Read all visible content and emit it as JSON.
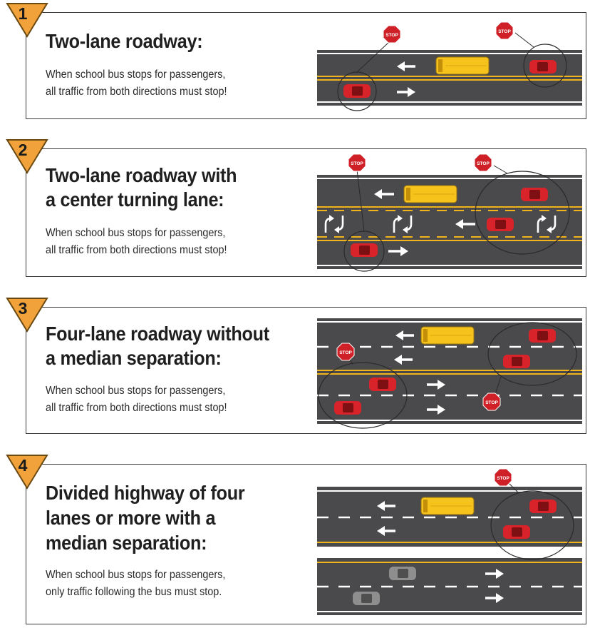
{
  "colors": {
    "asphalt": "#4a4a4c",
    "yellow_line": "#f2b41c",
    "white_line": "#ffffff",
    "bus": "#f6c21c",
    "car_red": "#d8232a",
    "car_gray": "#8e8e8e",
    "stop_sign": "#cf2027",
    "badge": "#f2a23a"
  },
  "panels": [
    {
      "number": "1",
      "title_lines": [
        "Two-lane roadway:"
      ],
      "desc_lines": [
        "When school bus stops for passengers,",
        "all traffic from both directions must stop!"
      ],
      "stop_label": "STOP",
      "icons": [
        "stop-sign-icon",
        "school-bus-icon",
        "red-car-icon",
        "arrow-left-icon",
        "arrow-right-icon"
      ]
    },
    {
      "number": "2",
      "title_lines": [
        "Two-lane roadway with",
        "a center turning lane:"
      ],
      "desc_lines": [
        "When school bus stops for passengers,",
        "all traffic from both directions must stop!"
      ],
      "stop_label": "STOP",
      "icons": [
        "stop-sign-icon",
        "school-bus-icon",
        "red-car-icon",
        "turn-arrows-icon",
        "arrow-left-icon",
        "arrow-right-icon"
      ]
    },
    {
      "number": "3",
      "title_lines": [
        "Four-lane roadway without",
        "a median separation:"
      ],
      "desc_lines": [
        "When school bus stops for passengers,",
        "all traffic from both directions must stop!"
      ],
      "stop_label": "STOP",
      "icons": [
        "stop-sign-icon",
        "school-bus-icon",
        "red-car-icon",
        "arrow-left-icon",
        "arrow-right-icon"
      ]
    },
    {
      "number": "4",
      "title_lines": [
        "Divided highway of four",
        "lanes or more with a",
        "median separation:"
      ],
      "desc_lines": [
        "When school bus stops for passengers,",
        "only traffic following the bus must stop."
      ],
      "stop_label": "STOP",
      "icons": [
        "stop-sign-icon",
        "school-bus-icon",
        "red-car-icon",
        "gray-car-icon",
        "arrow-left-icon",
        "arrow-right-icon"
      ]
    }
  ]
}
